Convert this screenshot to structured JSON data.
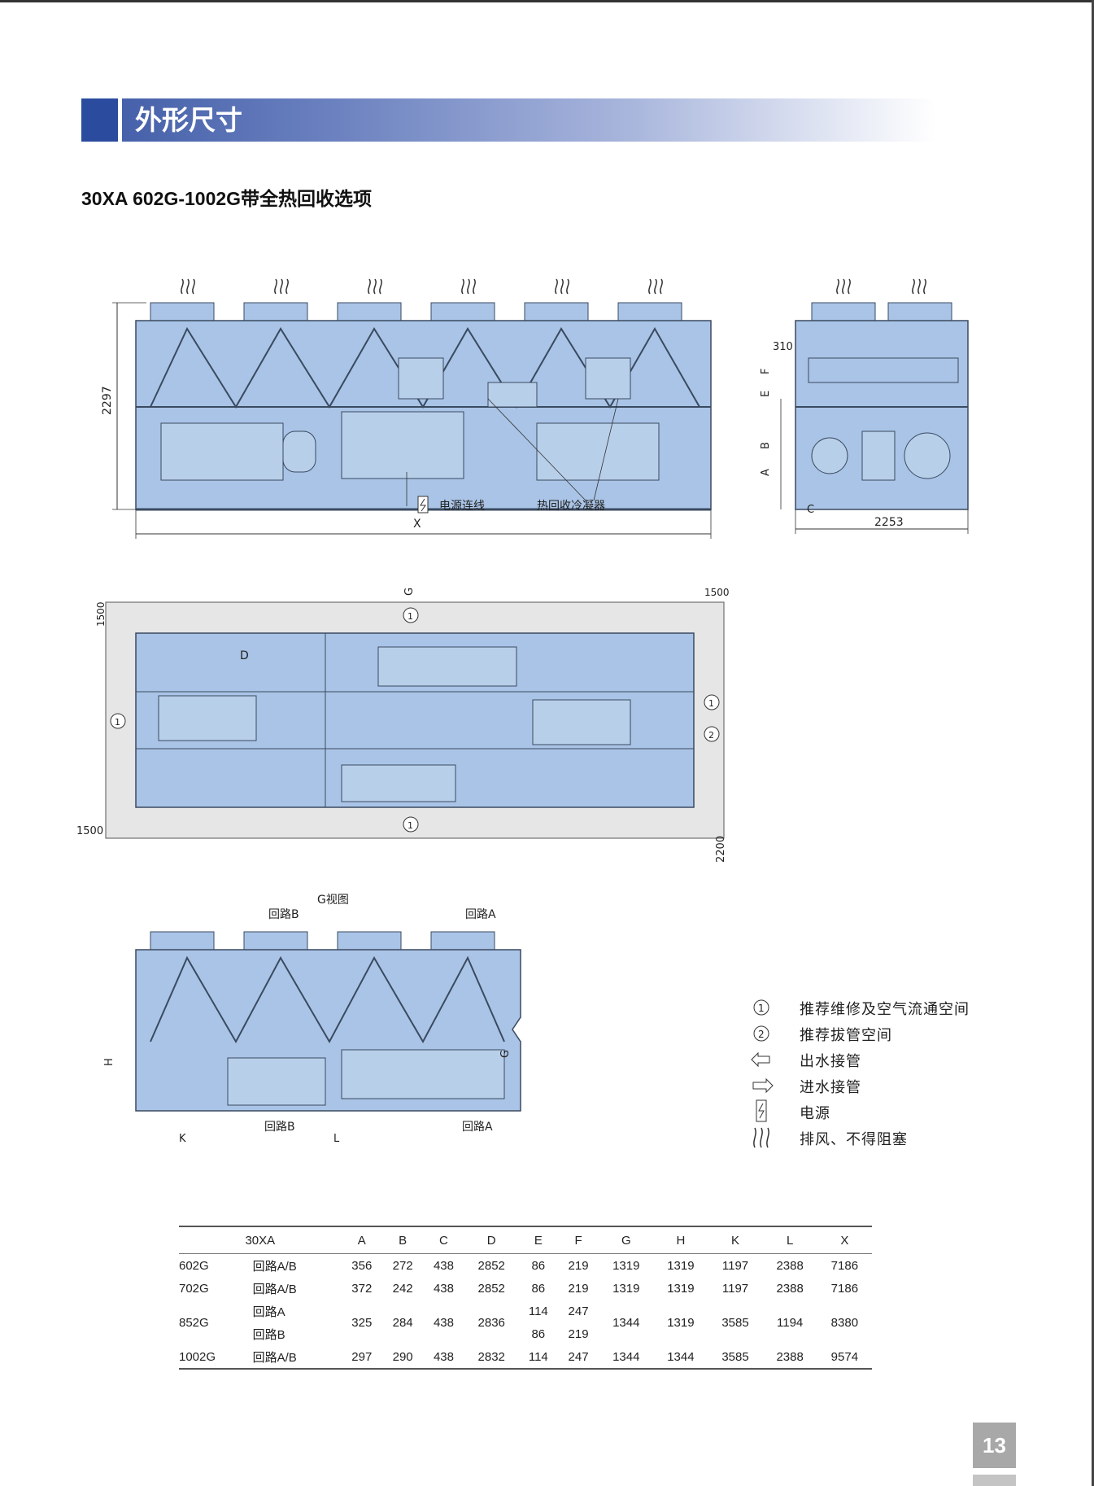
{
  "header": {
    "title": "外形尺寸"
  },
  "subtitle": "30XA 602G-1002G带全热回收选项",
  "drawings": {
    "front": {
      "height_dim": "2297",
      "width_label": "X",
      "power_label": "电源连线",
      "condenser_label": "热回收冷凝器"
    },
    "side": {
      "dim_310": "310",
      "label_f": "F",
      "label_e": "E",
      "label_b": "B",
      "label_a": "A",
      "label_c": "C",
      "width_dim": "2253"
    },
    "plan": {
      "label_g": "G",
      "dim_1500_top_right": "1500",
      "dim_1500_top_left": "1500",
      "dim_1500_left": "1500",
      "dim_2200": "2200",
      "label_d": "D",
      "zone_1": "1",
      "zone_2": "2"
    },
    "g_view": {
      "title": "G视图",
      "circuit_b": "回路B",
      "circuit_a": "回路A",
      "label_h": "H",
      "label_g": "G",
      "label_k": "K",
      "label_l": "L"
    }
  },
  "legend": [
    {
      "icon": "circled-one-icon",
      "symbol": "1",
      "label": "推荐维修及空气流通空间"
    },
    {
      "icon": "circled-two-icon",
      "symbol": "2",
      "label": "推荐拔管空间"
    },
    {
      "icon": "water-outlet-icon",
      "label": "出水接管"
    },
    {
      "icon": "water-inlet-icon",
      "label": "进水接管"
    },
    {
      "icon": "power-supply-icon",
      "label": "电源"
    },
    {
      "icon": "air-discharge-icon",
      "label": "排风、不得阻塞"
    }
  ],
  "table": {
    "headers": [
      "30XA",
      "A",
      "B",
      "C",
      "D",
      "E",
      "F",
      "G",
      "H",
      "K",
      "L",
      "X"
    ],
    "rows": [
      {
        "model": "602G",
        "circuit": "回路A/B",
        "A": "356",
        "B": "272",
        "C": "438",
        "D": "2852",
        "E": "86",
        "F": "219",
        "G": "1319",
        "H": "1319",
        "K": "1197",
        "L": "2388",
        "X": "7186"
      },
      {
        "model": "702G",
        "circuit": "回路A/B",
        "A": "372",
        "B": "242",
        "C": "438",
        "D": "2852",
        "E": "86",
        "F": "219",
        "G": "1319",
        "H": "1319",
        "K": "1197",
        "L": "2388",
        "X": "7186"
      },
      {
        "model": "852G",
        "circuit_a": "回路A",
        "circuit_b": "回路B",
        "A": "325",
        "B": "284",
        "C": "438",
        "D": "2836",
        "E_a": "114",
        "E_b": "86",
        "F_a": "247",
        "F_b": "219",
        "G": "1344",
        "H": "1319",
        "K": "3585",
        "L": "1194",
        "X": "8380"
      },
      {
        "model": "1002G",
        "circuit": "回路A/B",
        "A": "297",
        "B": "290",
        "C": "438",
        "D": "2832",
        "E": "114",
        "F": "247",
        "G": "1344",
        "H": "1344",
        "K": "3585",
        "L": "2388",
        "X": "9574"
      }
    ]
  },
  "page_number": "13",
  "colors": {
    "unit_fill": "#a9c4e6",
    "unit_stroke": "#3a4a60",
    "header_dark": "#2b4b9e",
    "clearance": "#e6e6e6"
  }
}
